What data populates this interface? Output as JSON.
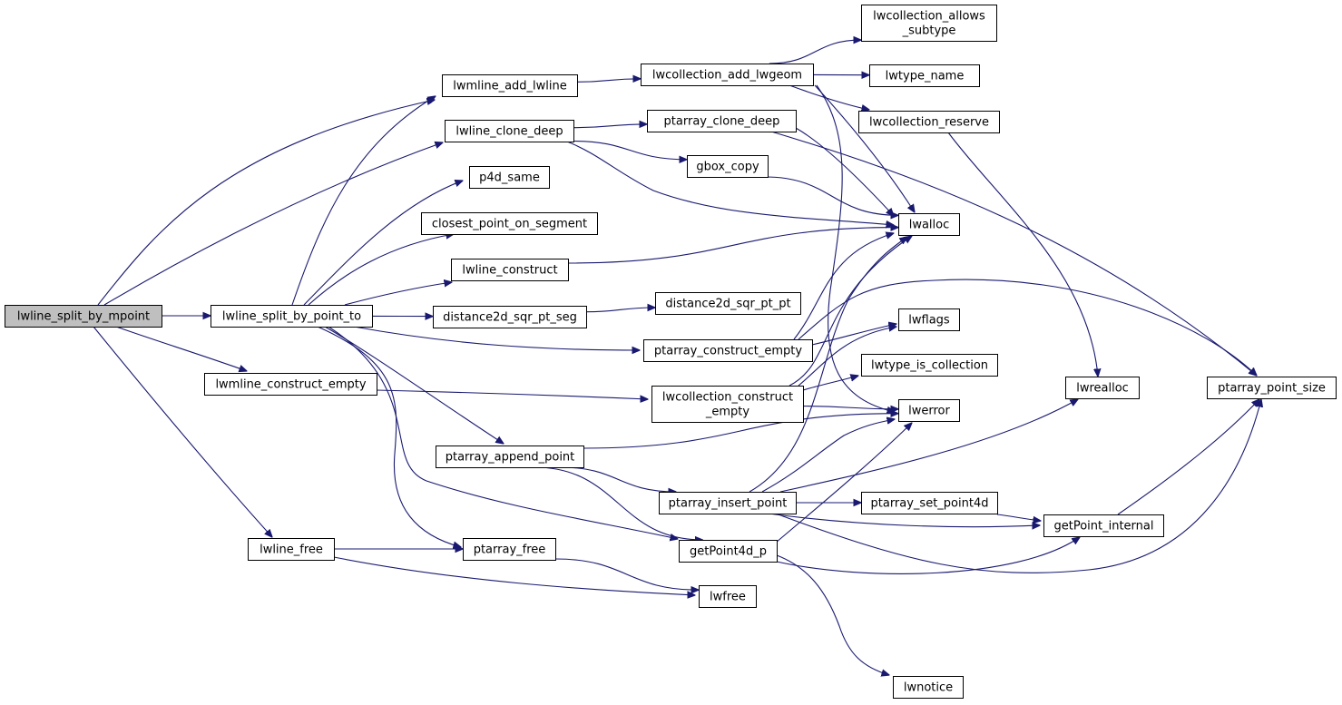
{
  "nodes": [
    {
      "id": "lwline_split_by_mpoint",
      "lines": [
        "lwline_split_by_mpoint"
      ],
      "root": true
    },
    {
      "id": "lwline_split_by_point_to",
      "lines": [
        "lwline_split_by_point_to"
      ]
    },
    {
      "id": "lwmline_construct_empty",
      "lines": [
        "lwmline_construct_empty"
      ]
    },
    {
      "id": "lwline_free",
      "lines": [
        "lwline_free"
      ]
    },
    {
      "id": "lwmline_add_lwline",
      "lines": [
        "lwmline_add_lwline"
      ]
    },
    {
      "id": "lwline_clone_deep",
      "lines": [
        "lwline_clone_deep"
      ]
    },
    {
      "id": "p4d_same",
      "lines": [
        "p4d_same"
      ]
    },
    {
      "id": "closest_point_on_segment",
      "lines": [
        "closest_point_on_segment"
      ]
    },
    {
      "id": "lwline_construct",
      "lines": [
        "lwline_construct"
      ]
    },
    {
      "id": "distance2d_sqr_pt_seg",
      "lines": [
        "distance2d_sqr_pt_seg"
      ]
    },
    {
      "id": "ptarray_append_point",
      "lines": [
        "ptarray_append_point"
      ]
    },
    {
      "id": "ptarray_free",
      "lines": [
        "ptarray_free"
      ]
    },
    {
      "id": "lwcollection_add_lwgeom",
      "lines": [
        "lwcollection_add_lwgeom"
      ]
    },
    {
      "id": "ptarray_clone_deep",
      "lines": [
        "ptarray_clone_deep"
      ]
    },
    {
      "id": "gbox_copy",
      "lines": [
        "gbox_copy"
      ]
    },
    {
      "id": "distance2d_sqr_pt_pt",
      "lines": [
        "distance2d_sqr_pt_pt"
      ]
    },
    {
      "id": "ptarray_construct_empty",
      "lines": [
        "ptarray_construct_empty"
      ]
    },
    {
      "id": "lwcollection_construct_empty",
      "lines": [
        "lwcollection_construct",
        "_empty"
      ]
    },
    {
      "id": "ptarray_insert_point",
      "lines": [
        "ptarray_insert_point"
      ]
    },
    {
      "id": "getPoint4d_p",
      "lines": [
        "getPoint4d_p"
      ]
    },
    {
      "id": "lwfree",
      "lines": [
        "lwfree"
      ]
    },
    {
      "id": "lwcollection_allows_subtype",
      "lines": [
        "lwcollection_allows",
        "_subtype"
      ]
    },
    {
      "id": "lwtype_name",
      "lines": [
        "lwtype_name"
      ]
    },
    {
      "id": "lwcollection_reserve",
      "lines": [
        "lwcollection_reserve"
      ]
    },
    {
      "id": "lwalloc",
      "lines": [
        "lwalloc"
      ]
    },
    {
      "id": "lwflags",
      "lines": [
        "lwflags"
      ]
    },
    {
      "id": "lwtype_is_collection",
      "lines": [
        "lwtype_is_collection"
      ]
    },
    {
      "id": "lwerror",
      "lines": [
        "lwerror"
      ]
    },
    {
      "id": "ptarray_set_point4d",
      "lines": [
        "ptarray_set_point4d"
      ]
    },
    {
      "id": "lwnotice",
      "lines": [
        "lwnotice"
      ]
    },
    {
      "id": "lwrealloc",
      "lines": [
        "lwrealloc"
      ]
    },
    {
      "id": "getPoint_internal",
      "lines": [
        "getPoint_internal"
      ]
    },
    {
      "id": "ptarray_point_size",
      "lines": [
        "ptarray_point_size"
      ]
    }
  ],
  "edges": [
    [
      "lwline_split_by_mpoint",
      "lwmline_add_lwline"
    ],
    [
      "lwline_split_by_mpoint",
      "lwline_clone_deep"
    ],
    [
      "lwline_split_by_mpoint",
      "lwline_split_by_point_to"
    ],
    [
      "lwline_split_by_mpoint",
      "lwmline_construct_empty"
    ],
    [
      "lwline_split_by_mpoint",
      "lwline_free"
    ],
    [
      "lwline_split_by_point_to",
      "lwmline_add_lwline"
    ],
    [
      "lwline_split_by_point_to",
      "p4d_same"
    ],
    [
      "lwline_split_by_point_to",
      "closest_point_on_segment"
    ],
    [
      "lwline_split_by_point_to",
      "lwline_construct"
    ],
    [
      "lwline_split_by_point_to",
      "distance2d_sqr_pt_seg"
    ],
    [
      "lwline_split_by_point_to",
      "ptarray_construct_empty"
    ],
    [
      "lwline_split_by_point_to",
      "ptarray_append_point"
    ],
    [
      "lwline_split_by_point_to",
      "getPoint4d_p"
    ],
    [
      "lwline_split_by_point_to",
      "ptarray_free"
    ],
    [
      "lwmline_construct_empty",
      "lwcollection_construct_empty"
    ],
    [
      "lwline_free",
      "ptarray_free"
    ],
    [
      "lwline_free",
      "lwfree"
    ],
    [
      "lwmline_add_lwline",
      "lwcollection_add_lwgeom"
    ],
    [
      "lwline_clone_deep",
      "ptarray_clone_deep"
    ],
    [
      "lwline_clone_deep",
      "gbox_copy"
    ],
    [
      "lwline_clone_deep",
      "lwalloc"
    ],
    [
      "lwline_construct",
      "lwalloc"
    ],
    [
      "distance2d_sqr_pt_seg",
      "distance2d_sqr_pt_pt"
    ],
    [
      "ptarray_append_point",
      "lwerror"
    ],
    [
      "ptarray_append_point",
      "ptarray_insert_point"
    ],
    [
      "ptarray_append_point",
      "getPoint4d_p"
    ],
    [
      "ptarray_free",
      "lwfree"
    ],
    [
      "lwcollection_add_lwgeom",
      "lwcollection_allows_subtype"
    ],
    [
      "lwcollection_add_lwgeom",
      "lwtype_name"
    ],
    [
      "lwcollection_add_lwgeom",
      "lwcollection_reserve"
    ],
    [
      "lwcollection_add_lwgeom",
      "lwalloc"
    ],
    [
      "lwcollection_add_lwgeom",
      "lwerror"
    ],
    [
      "ptarray_clone_deep",
      "lwalloc"
    ],
    [
      "ptarray_clone_deep",
      "ptarray_point_size"
    ],
    [
      "gbox_copy",
      "lwalloc"
    ],
    [
      "ptarray_construct_empty",
      "lwalloc"
    ],
    [
      "ptarray_construct_empty",
      "lwflags"
    ],
    [
      "ptarray_construct_empty",
      "ptarray_point_size"
    ],
    [
      "lwcollection_construct_empty",
      "lwalloc"
    ],
    [
      "lwcollection_construct_empty",
      "lwflags"
    ],
    [
      "lwcollection_construct_empty",
      "lwtype_is_collection"
    ],
    [
      "lwcollection_construct_empty",
      "lwerror"
    ],
    [
      "ptarray_insert_point",
      "lwalloc"
    ],
    [
      "ptarray_insert_point",
      "lwerror"
    ],
    [
      "ptarray_insert_point",
      "ptarray_set_point4d"
    ],
    [
      "ptarray_insert_point",
      "lwrealloc"
    ],
    [
      "ptarray_insert_point",
      "getPoint_internal"
    ],
    [
      "ptarray_insert_point",
      "ptarray_point_size"
    ],
    [
      "getPoint4d_p",
      "lwerror"
    ],
    [
      "getPoint4d_p",
      "getPoint_internal"
    ],
    [
      "getPoint4d_p",
      "lwnotice"
    ],
    [
      "lwcollection_reserve",
      "lwrealloc"
    ],
    [
      "ptarray_set_point4d",
      "getPoint_internal"
    ],
    [
      "getPoint_internal",
      "ptarray_point_size"
    ]
  ],
  "colors": {
    "edge": "#191970",
    "root_fill": "#bfbfbf",
    "node_fill": "#ffffff",
    "border": "#000000"
  }
}
